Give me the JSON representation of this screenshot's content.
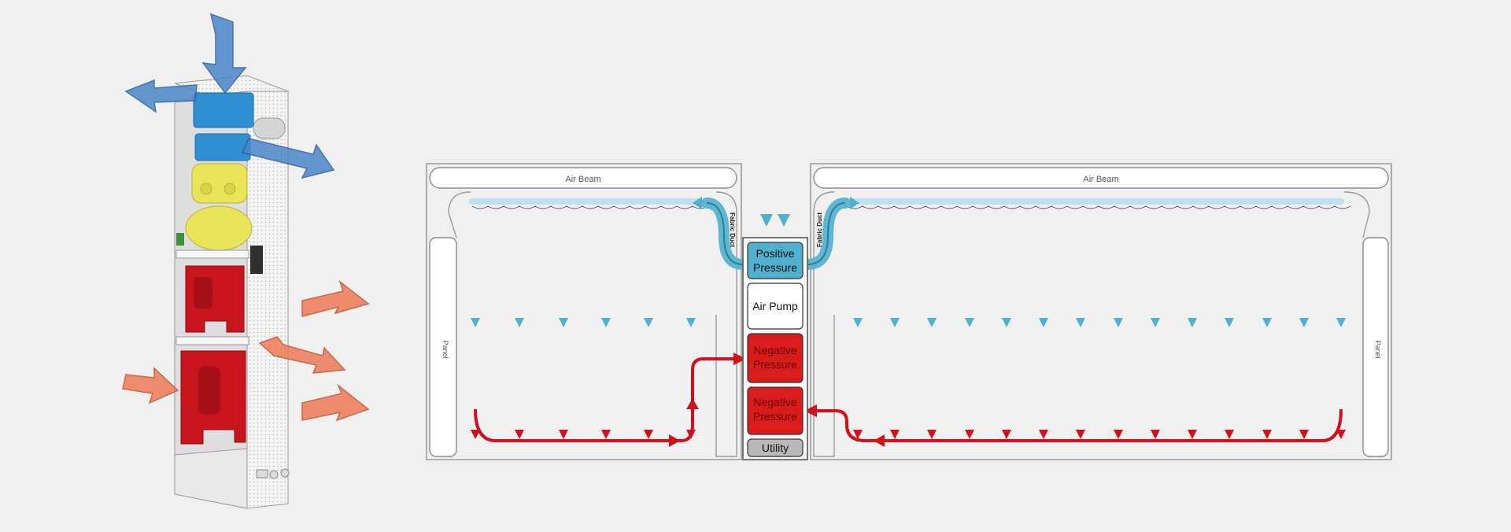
{
  "labels": {
    "air_beam_left": "Air Beam",
    "air_beam_right": "Air Beam",
    "panel_left": "Panel",
    "panel_right": "Panel",
    "fabric_duct_left": "Fabric Duct",
    "fabric_duct_right": "Fabric Duct"
  },
  "column": {
    "positive": [
      "Positive",
      "Pressure"
    ],
    "air_pump": "Air Pump",
    "negative_1": [
      "Negative",
      "Pressure"
    ],
    "negative_2": [
      "Negative",
      "Pressure"
    ],
    "utility": "Utility"
  },
  "colors": {
    "background": "#f0f0f0",
    "supply_blue": "#5fb6d1",
    "exhaust_red": "#d0101a",
    "positive_fill": "#4fb1cf",
    "negative_fill": "#d81b1b",
    "utility_fill": "#b9b9b9",
    "outline": "#8a8a8a",
    "unit_intake_arrow": "#4b86c9",
    "unit_exhaust_arrow": "#ee7a55",
    "component_blue": "#2f8fd0",
    "component_yellow": "#e9e45a",
    "component_red": "#c8141c"
  }
}
